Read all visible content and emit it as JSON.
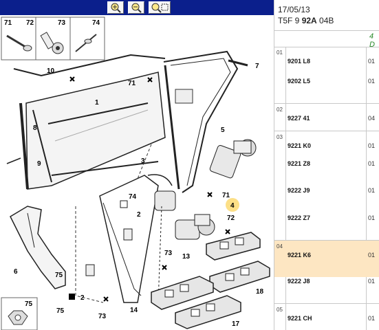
{
  "header": {
    "date": "17/05/13",
    "code_prefix": "T5F 9 ",
    "code_bold": "92A",
    "code_suffix": " 04B",
    "page_label": "4 D"
  },
  "toolbar": {
    "zoom_in_icon": "zoom-in-icon",
    "zoom_out_icon": "zoom-out-icon",
    "zoom_fit_icon": "zoom-area-icon"
  },
  "parts": {
    "groups": [
      {
        "num": "01",
        "items": [
          {
            "ref": "9201 L8",
            "qty": "01"
          },
          {
            "ref": "9202 L5",
            "qty": "01"
          }
        ]
      },
      {
        "num": "02",
        "items": [
          {
            "ref": "9227 41",
            "qty": "04"
          }
        ]
      },
      {
        "num": "03",
        "items": [
          {
            "ref": "9221 K0",
            "qty": "01"
          },
          {
            "ref": "9221 Z8",
            "qty": "01"
          },
          {
            "ref": "9222 J9",
            "qty": "01"
          },
          {
            "ref": "9222 Z7",
            "qty": "01"
          }
        ]
      },
      {
        "num": "04",
        "items": [
          {
            "ref": "9221 K6",
            "qty": "01"
          },
          {
            "ref": "9222 J8",
            "qty": "01"
          }
        ]
      },
      {
        "num": "05",
        "items": [
          {
            "ref": "9221 CH",
            "qty": "01"
          }
        ]
      }
    ]
  },
  "callouts": {
    "c71a": "71",
    "c72a": "72",
    "c73a": "73",
    "c74a": "74",
    "c10": "10",
    "c71b": "71",
    "c7": "7",
    "c1": "1",
    "c8": "8",
    "c5": "5",
    "c9": "9",
    "c3": "3",
    "c71c": "71",
    "c74b": "74",
    "c4": "4",
    "c2a": "2",
    "c72b": "72",
    "c6": "6",
    "c73b": "73",
    "c13": "13",
    "c75a": "75",
    "c2b": "2",
    "c73c": "73",
    "c18": "18",
    "c75b": "75",
    "c14": "14",
    "c17": "17"
  }
}
